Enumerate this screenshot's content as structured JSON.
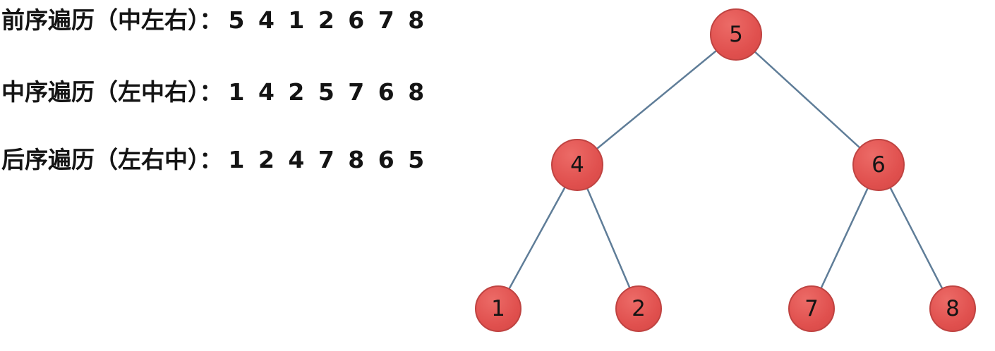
{
  "traversals": [
    {
      "label": "前序遍历（中左右）：",
      "sequence": "5 4 1 2 6 7 8"
    },
    {
      "label": "中序遍历（左中右）：",
      "sequence": "1 4 2 5 7 6 8"
    },
    {
      "label": "后序遍历（左右中）：",
      "sequence": "1 2 4 7 8 6 5"
    }
  ],
  "tree": {
    "nodes": [
      {
        "id": "root",
        "value": "5"
      },
      {
        "id": "left",
        "value": "4"
      },
      {
        "id": "right",
        "value": "6"
      },
      {
        "id": "left-left",
        "value": "1"
      },
      {
        "id": "left-right",
        "value": "2"
      },
      {
        "id": "right-left",
        "value": "7"
      },
      {
        "id": "right-right",
        "value": "8"
      }
    ],
    "edges": [
      [
        "5",
        "4"
      ],
      [
        "5",
        "6"
      ],
      [
        "4",
        "1"
      ],
      [
        "4",
        "2"
      ],
      [
        "6",
        "7"
      ],
      [
        "6",
        "8"
      ]
    ],
    "colors": {
      "node_fill": "#e0504e",
      "node_border": "#bf4341",
      "edge": "#5f7d98",
      "text": "#141414"
    }
  }
}
